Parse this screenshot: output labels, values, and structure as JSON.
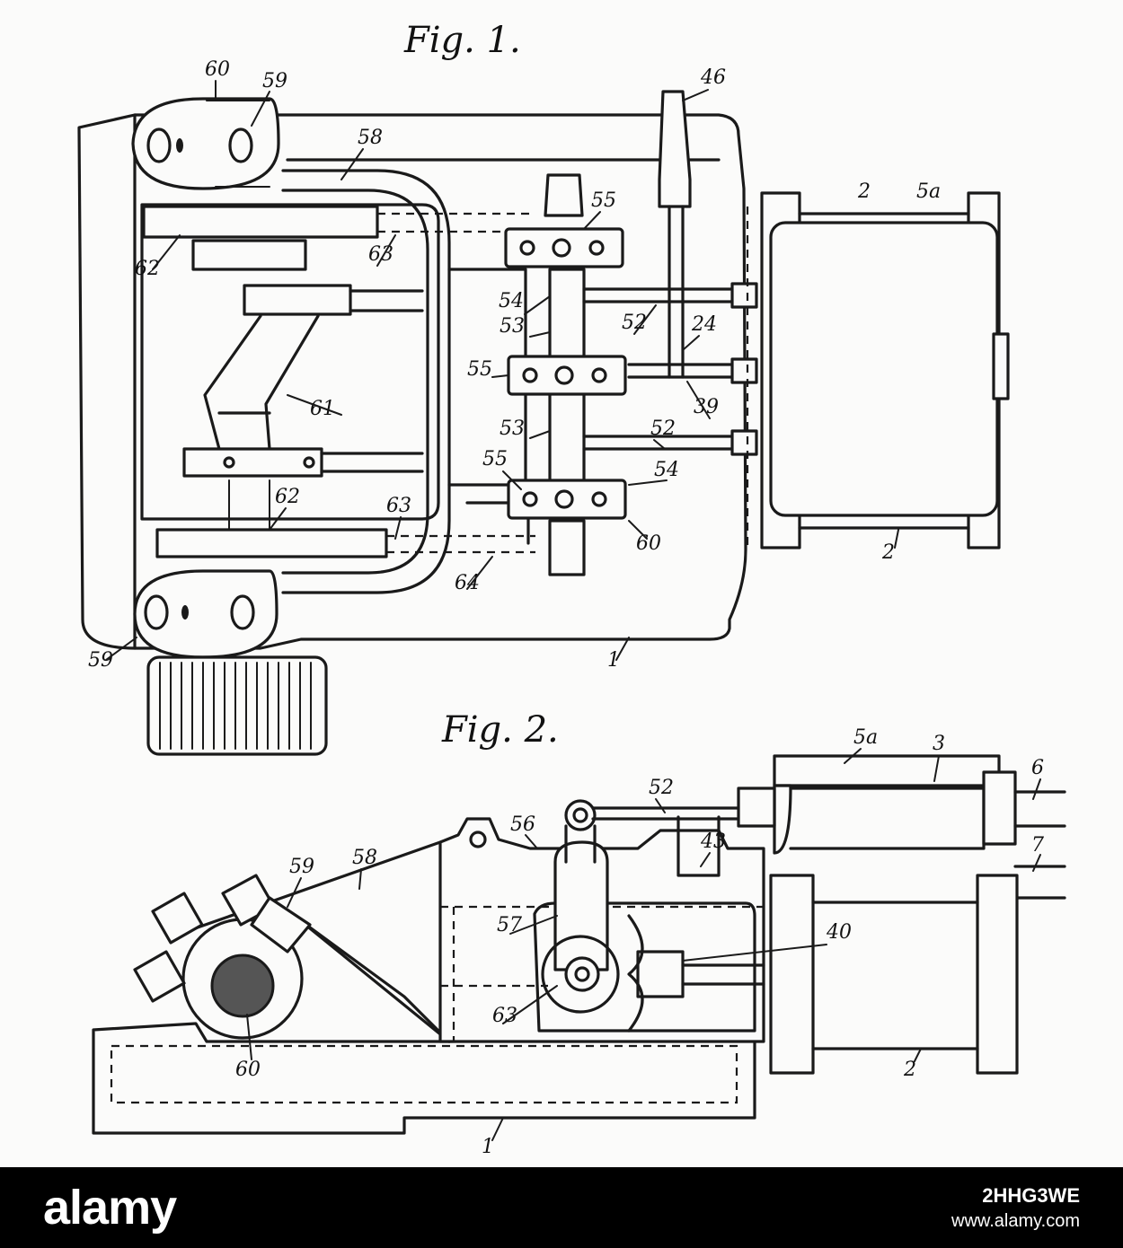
{
  "figures": [
    {
      "title": "Fig. 1.",
      "labels": [
        "60",
        "59",
        "58",
        "46",
        "55",
        "5a",
        "2",
        "62",
        "63",
        "54",
        "53",
        "52",
        "24",
        "55",
        "61",
        "39",
        "53",
        "52",
        "55",
        "54",
        "62",
        "63",
        "60",
        "64",
        "2",
        "59",
        "1"
      ]
    },
    {
      "title": "Fig. 2.",
      "labels": [
        "5a",
        "3",
        "6",
        "52",
        "56",
        "43",
        "7",
        "59",
        "58",
        "57",
        "40",
        "63",
        "60",
        "2",
        "1"
      ]
    }
  ],
  "watermark": {
    "brand": "alamy",
    "image_id": "2HHG3WE",
    "site": "www.alamy.com"
  },
  "colors": {
    "ink": "#1a1a1a",
    "paper": "#fbfbfa",
    "banner": "#000000"
  }
}
